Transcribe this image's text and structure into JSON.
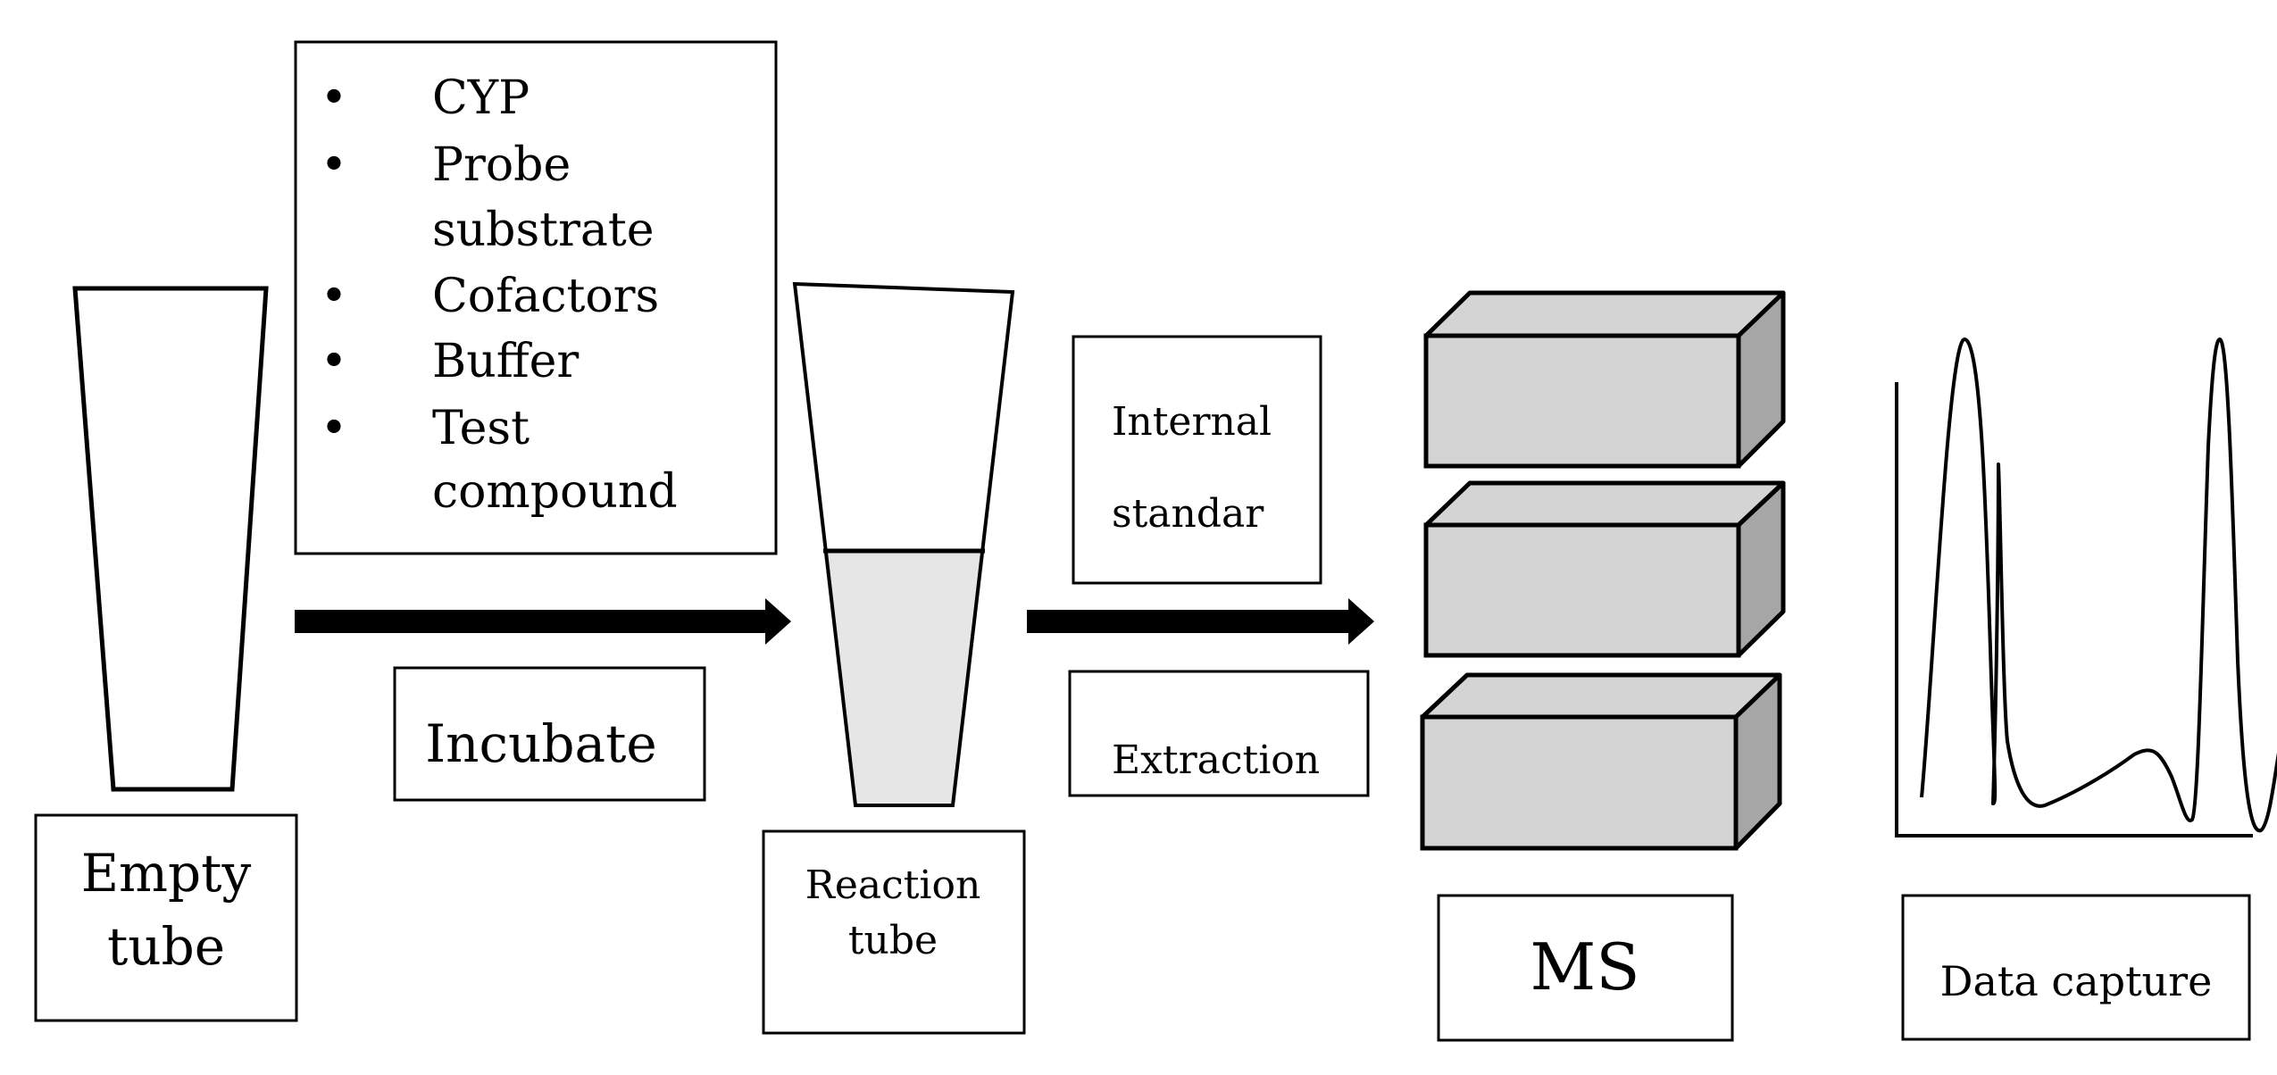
{
  "labels": {
    "empty_tube_line1": "Empty",
    "empty_tube_line2": "tube",
    "incubate": "Incubate",
    "reaction_tube_line1": "Reaction",
    "reaction_tube_line2": "tube",
    "internal_standard_line1": "Internal",
    "internal_standard_line2": "standar",
    "extraction": "Extraction",
    "ms": "MS",
    "data_capture": "Data capture"
  },
  "reagents": {
    "bullet": "•",
    "items": [
      {
        "line1": "CYP",
        "line2": ""
      },
      {
        "line1": "Probe",
        "line2": "substrate"
      },
      {
        "line1": "Cofactors",
        "line2": ""
      },
      {
        "line1": "Buffer",
        "line2": ""
      },
      {
        "line1": "Test",
        "line2": "compound"
      }
    ]
  },
  "colors": {
    "stroke": "#000000",
    "liquid": "#e6e6e6",
    "box_front": "#d4d4d4",
    "box_side": "#a6a6a6",
    "box_top": "#d4d4d4"
  },
  "icons": {
    "arrow": "right-arrow-icon",
    "ms_unit": "instrument-box-icon",
    "chromatogram": "chromatogram-icon"
  }
}
